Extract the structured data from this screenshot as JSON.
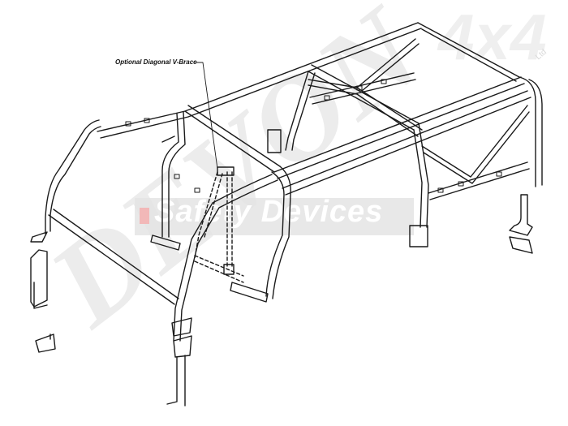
{
  "diagram": {
    "subject": "Vehicle roll cage exploded line drawing",
    "callouts": [
      {
        "label": "Optional Diagonal V-Brace"
      }
    ]
  },
  "watermarks": {
    "logo_text": "Safety Devices",
    "brand_main": "DEVON",
    "brand_suffix": "4x4",
    "brand_ltd": "Ltd"
  },
  "colors": {
    "line": "#1a1a1a",
    "watermark_band": "#e4e4e4",
    "watermark_red": "#f2b8b8",
    "background": "#ffffff"
  }
}
